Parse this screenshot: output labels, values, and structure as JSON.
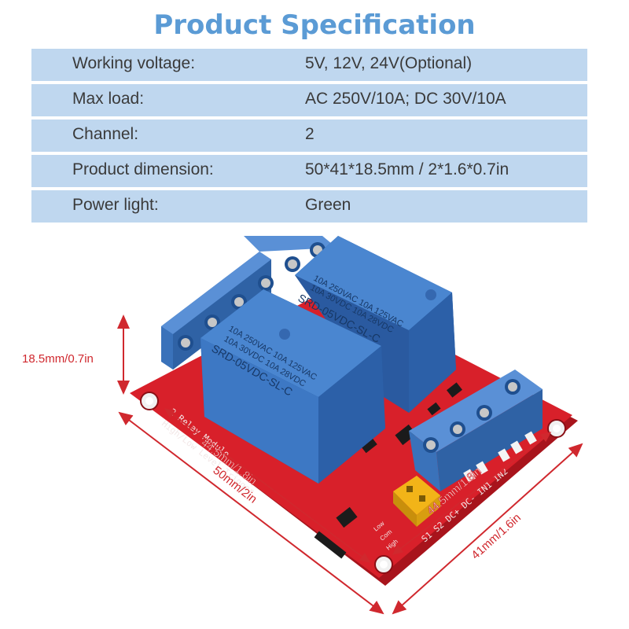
{
  "title": "Product Specification",
  "specs": [
    {
      "label": "Working voltage:",
      "value": "5V, 12V, 24V(Optional)"
    },
    {
      "label": "Max load:",
      "value": "AC 250V/10A; DC 30V/10A"
    },
    {
      "label": "Channel:",
      "value": "2"
    },
    {
      "label": "Product dimension:",
      "value": "50*41*18.5mm / 2*1.6*0.7in"
    },
    {
      "label": "Power light:",
      "value": "Green"
    }
  ],
  "dimensions": {
    "height": "18.5mm/0.7in",
    "length": "50mm/2in",
    "width": "41mm/1.6in",
    "hole_spacing_long": "44.5mm/1.8in",
    "hole_spacing_short": "44.5mm/1.8in"
  },
  "board": {
    "relay_text_line1": "10A 250VAC 10A 125VAC",
    "relay_text_line2": "10A 30VDC 10A 28VDC",
    "relay_model": "SRD-05VDC-SL-C",
    "silk_title": "2 Relay Module",
    "silk_trigger": "High/Low Level Trigger",
    "pin_labels": "S1 S2 DC+ DC- IN1 IN2",
    "jumper_label_high": "High",
    "jumper_label_low": "Low",
    "jumper_label_com": "Com"
  },
  "colors": {
    "accent_blue": "#5b9bd5",
    "row_fill": "#bfd7ef",
    "dimension_red": "#d0282e",
    "pcb_red": "#d8202a",
    "relay_blue": "#3d78c4",
    "jumper_yellow": "#f2b418"
  }
}
